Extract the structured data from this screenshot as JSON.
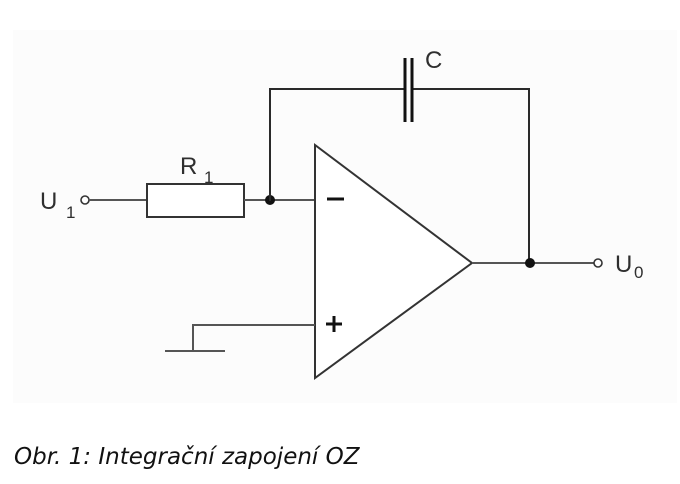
{
  "figure": {
    "caption": "Obr. 1: Integrační zapojení OZ",
    "type": "op-amp integrator schematic"
  },
  "components": {
    "input_terminal": {
      "label": "U",
      "subscript": "1"
    },
    "resistor": {
      "label": "R",
      "subscript": "1"
    },
    "capacitor": {
      "label": "C"
    },
    "op_amp": {
      "inverting_sign": "−",
      "noninverting_sign": "+"
    },
    "output_terminal": {
      "label": "U",
      "subscript": "0"
    },
    "ground": {
      "symbol": "ground"
    }
  },
  "colors": {
    "panel_background": "#fcfcfc",
    "wire": "#2a2a2a",
    "text": "#111111"
  }
}
